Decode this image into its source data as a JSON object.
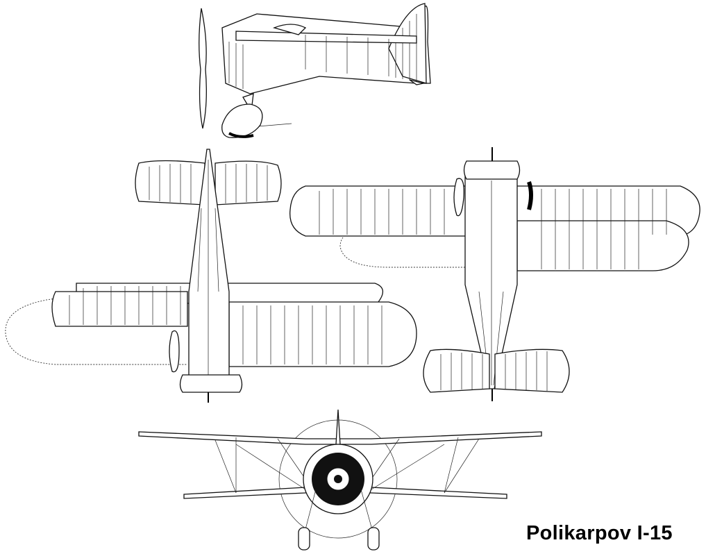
{
  "caption": "Polikarpov I-15",
  "views": [
    "side-view",
    "top-view",
    "bottom-view",
    "front-view"
  ]
}
